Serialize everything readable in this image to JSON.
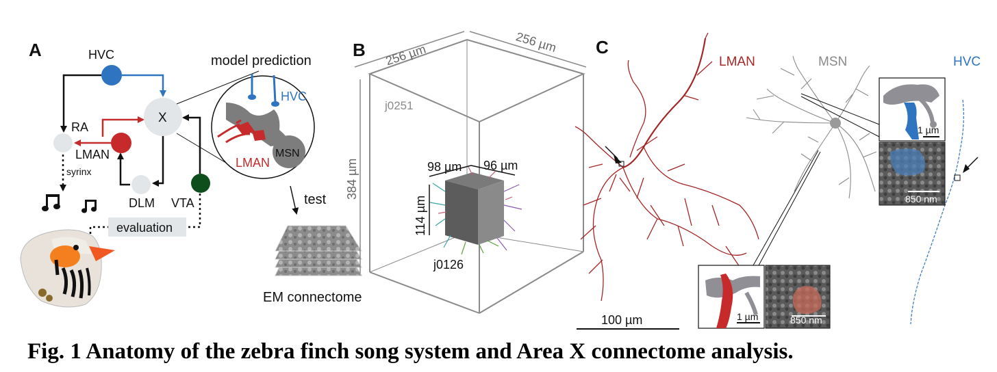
{
  "panels": {
    "a": {
      "letter": "A",
      "hvc": "HVC",
      "ra": "RA",
      "x": "X",
      "lman": "LMAN",
      "dlm": "DLM",
      "vta": "VTA",
      "syrinx": "syrinx",
      "evaluation": "evaluation",
      "model_prediction": "model prediction",
      "inset_hvc": "HVC",
      "inset_lman": "LMAN",
      "inset_msn": "MSN",
      "test": "test",
      "em_connectome": "EM connectome"
    },
    "b": {
      "letter": "B",
      "outer_top_left": "256 µm",
      "outer_top_right": "256 µm",
      "outer_height": "384 µm",
      "outer_label": "j0251",
      "inner_top_left": "98 µm",
      "inner_top_right": "96 µm",
      "inner_height": "114 µm",
      "inner_label": "j0126"
    },
    "c": {
      "letter": "C",
      "lman": "LMAN",
      "msn": "MSN",
      "hvc": "HVC",
      "scale_main": "100 µm",
      "scale_inset1": "1 µm",
      "scale_inset2": "850 nm",
      "scale_inset3": "1 µm",
      "scale_inset4": "850 nm"
    }
  },
  "colors": {
    "hvc_blue": "#2e74c0",
    "lman_red": "#c62a2a",
    "vta_green": "#0e4d1c",
    "node_gray": "#e3e6e8",
    "neuron_red": "#a32626",
    "msn_gray": "#9a9a9a"
  },
  "caption": "Fig. 1 Anatomy of the zebra finch song system and Area X connectome analysis."
}
